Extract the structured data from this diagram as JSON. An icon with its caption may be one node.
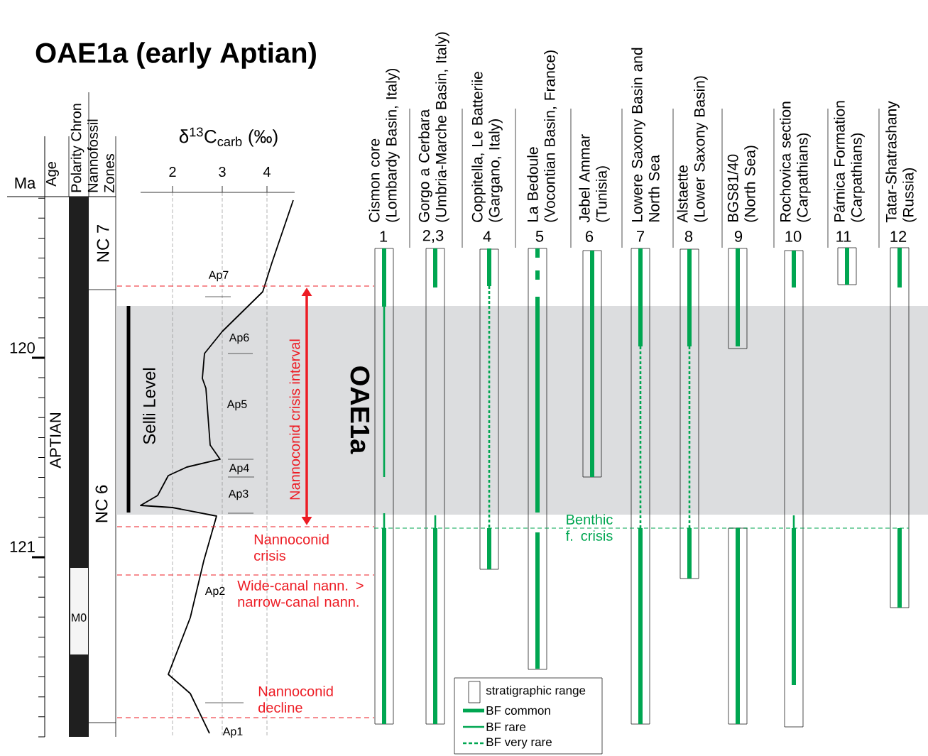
{
  "diagram": {
    "title": "OAE1a (early Aptian)",
    "labels": [
      "Ma",
      "Age",
      "Polarity Chron",
      "Nannofossil Zones",
      "δ$^{13}$C$_{carb}$ (‰)",
      "2",
      "3",
      "4",
      "Cismon core (Lombardy Basin, Italy)",
      "Gorgo a Cerbara (Umbria-Marche Basin, Italy)",
      "Coppitella, Le Batteriie (Gargano, Italy)",
      "La Bedoule (Vocontian Basin, France)",
      "Jebel Ammar (Tunisia)",
      "Lowere Saxony Basin and North Sea",
      "Alstaette (Lower Saxony Basin)",
      "BGS81/40 (North Sea)",
      "Rochovica section (Carpathians)",
      "Párnica Formation (Carpathians)",
      "Tatar-Shatrashany (Russia)",
      "1",
      "2,3",
      "4",
      "5",
      "6",
      "7",
      "8",
      "9",
      "10",
      "11",
      "12",
      "NC 7",
      "Ap7",
      "120",
      "Ap6",
      "Selli Level",
      "Ap5",
      "Nannoconid crisis interval",
      "OAE1a",
      "Ap4",
      "Ap3",
      "APTIAN",
      "NC 6",
      "Benthic f. crisis",
      "Nannoconid crisis",
      "121",
      "Wide-canal nann. > narrow-canal nann.",
      "M0",
      "Ap2",
      "Nannoconid decline",
      "Ap1"
    ],
    "legend": [
      {
        "text": "stratigraphic range"
      },
      {
        "text": "BF common"
      },
      {
        "text": "BF rare"
      },
      {
        "text": "BF very rare"
      }
    ]
  }
}
